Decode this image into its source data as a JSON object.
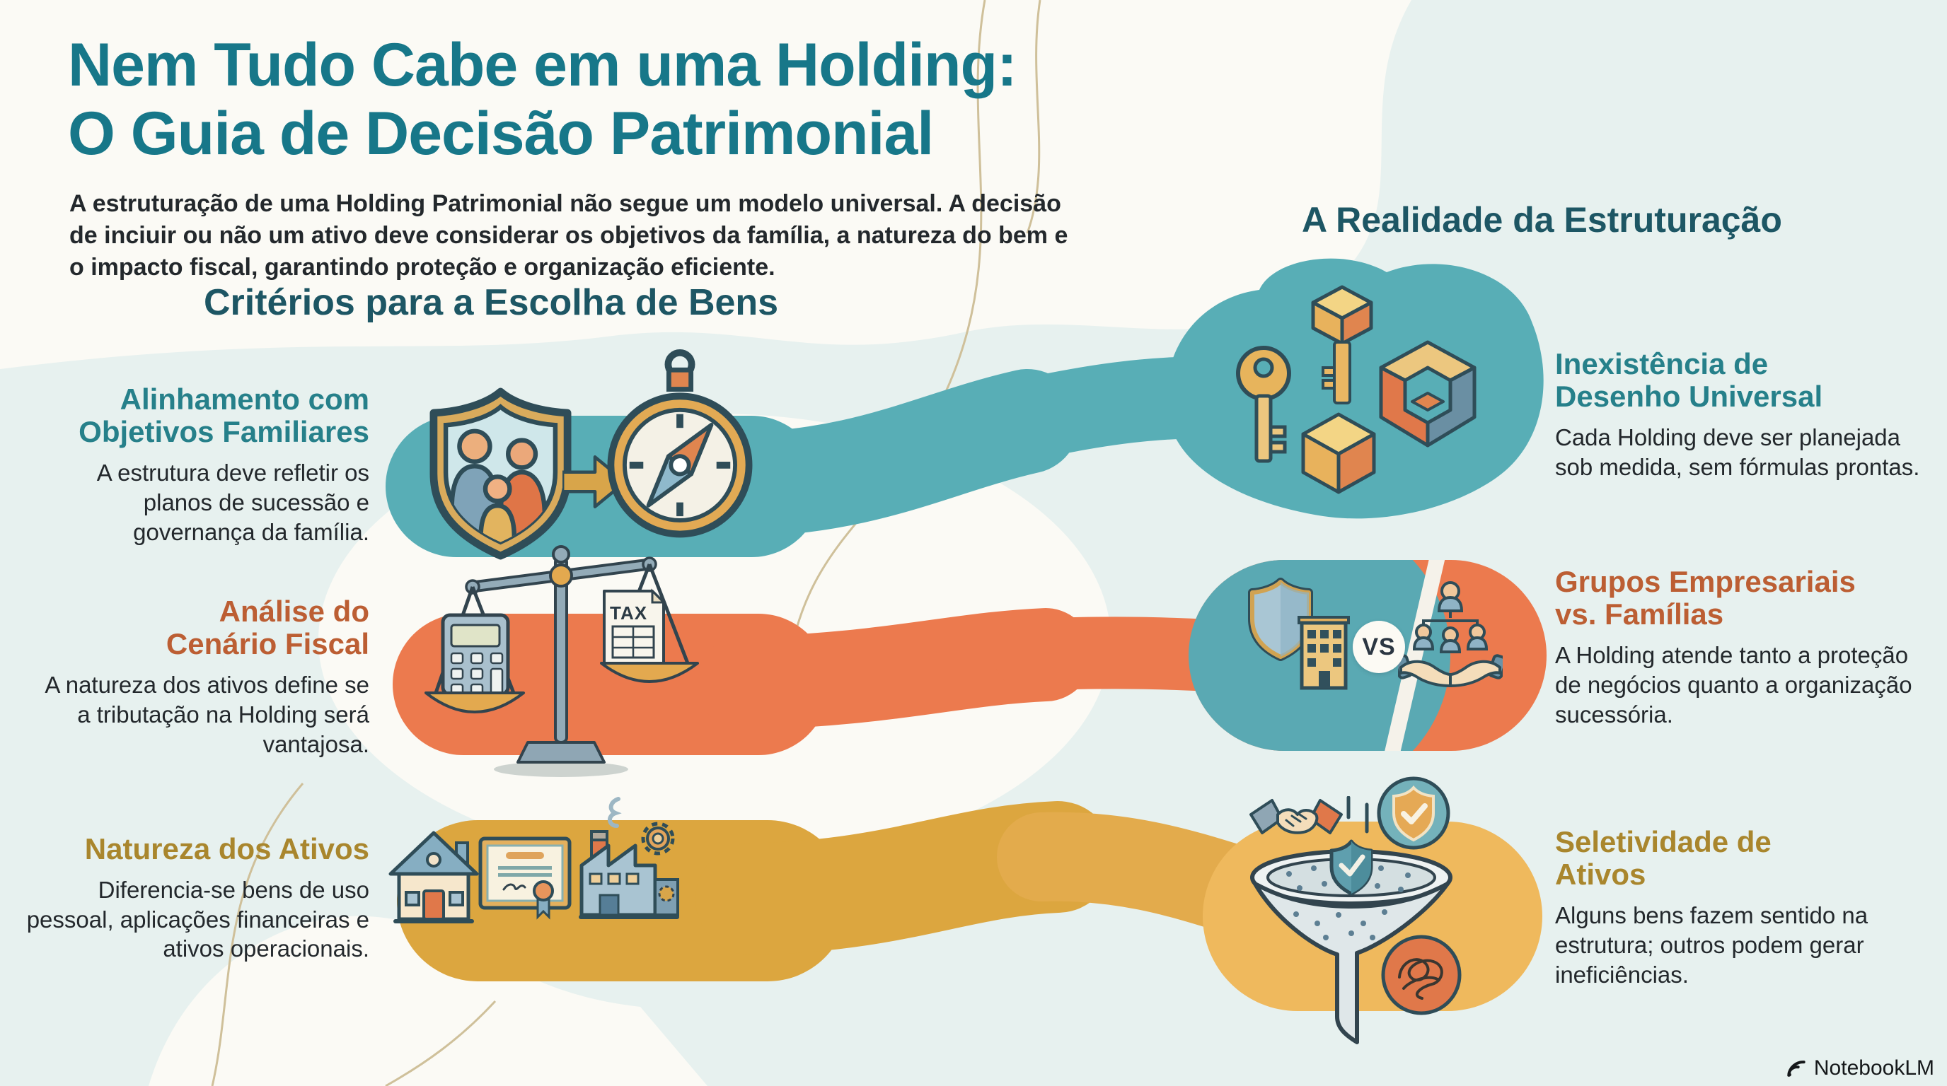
{
  "header": {
    "title_line1": "Nem Tudo Cabe em uma Holding:",
    "title_line2": "O Guia de Decisão Patrimonial",
    "intro": "A estruturação de uma Holding Patrimonial não segue um modelo universal. A decisão de inciuir ou não um ativo deve considerar os objetivos da família, a natureza do bem e o impacto fiscal, garantindo proteção e organização eficiente."
  },
  "criteria_section": {
    "heading": "Critérios para a Escolha de Bens",
    "items": [
      {
        "id": "alinhamento-objetivos",
        "title": "Alinhamento com Objetivos Familiares",
        "description": "A estrutura deve refletir os planos de sucessão e governança da família.",
        "accent_color": "#26808a",
        "band_color": "#58aeb6",
        "icons": [
          "family-shield-icon",
          "arrow-right-icon",
          "compass-icon"
        ]
      },
      {
        "id": "cenario-fiscal",
        "title": "Análise do Cenário Fiscal",
        "description": "A natureza dos ativos define se a tributação na Holding será vantajosa.",
        "accent_color": "#bc5e33",
        "band_color": "#ec7a4e",
        "tax_label": "TAX",
        "icons": [
          "calculator-icon",
          "balance-scale-icon",
          "tax-document-icon"
        ]
      },
      {
        "id": "natureza-ativos",
        "title": "Natureza dos Ativos",
        "description": "Diferencia-se bens de uso pessoal, aplicações financeiras e ativos operacionais.",
        "accent_color": "#a9862d",
        "band_color": "#dca63f",
        "icons": [
          "house-icon",
          "certificate-icon",
          "factory-icon"
        ]
      }
    ]
  },
  "reality_section": {
    "heading": "A Realidade da Estruturação",
    "items": [
      {
        "id": "inexistencia-desenho",
        "title": "Inexistência de Desenho Universal",
        "description": "Cada Holding deve ser planejada sob medida, sem fórmulas prontas.",
        "accent_color": "#26808a",
        "band_color": "#58aeb6",
        "icons": [
          "key-icon",
          "key-3d-icon",
          "cube-icon",
          "abstract-cube-icon"
        ]
      },
      {
        "id": "grupos-vs-familias",
        "title": "Grupos Empresariais vs. Famílias",
        "description": "A Holding atende tanto a proteção de negócios quanto a organização sucessória.",
        "accent_color": "#bc5e33",
        "band_color": "#ec7a4e",
        "vs_label": "VS",
        "icons": [
          "shield-building-icon",
          "vs-badge",
          "family-network-hands-icon"
        ]
      },
      {
        "id": "seletividade-ativos",
        "title": "Seletividade de Ativos",
        "description": "Alguns bens fazem sentido na estrutura; outros podem gerar ineficiências.",
        "accent_color": "#a9862d",
        "band_color": "#efb95d",
        "icons": [
          "handshake-icon",
          "shield-check-badge-icon",
          "funnel-icon",
          "tangle-icon"
        ]
      }
    ]
  },
  "footer": {
    "brand": "NotebookLM"
  },
  "palette": {
    "teal_band": "#58aeb6",
    "orange_band": "#ec7a4e",
    "gold_band": "#dca63f",
    "gold_band_light": "#efb95d",
    "title_teal": "#177789",
    "section_heading_teal": "#1d5664",
    "body_text": "#23282c",
    "background_mint": "#e7f1ef",
    "background_white": "#fbfaf5"
  }
}
